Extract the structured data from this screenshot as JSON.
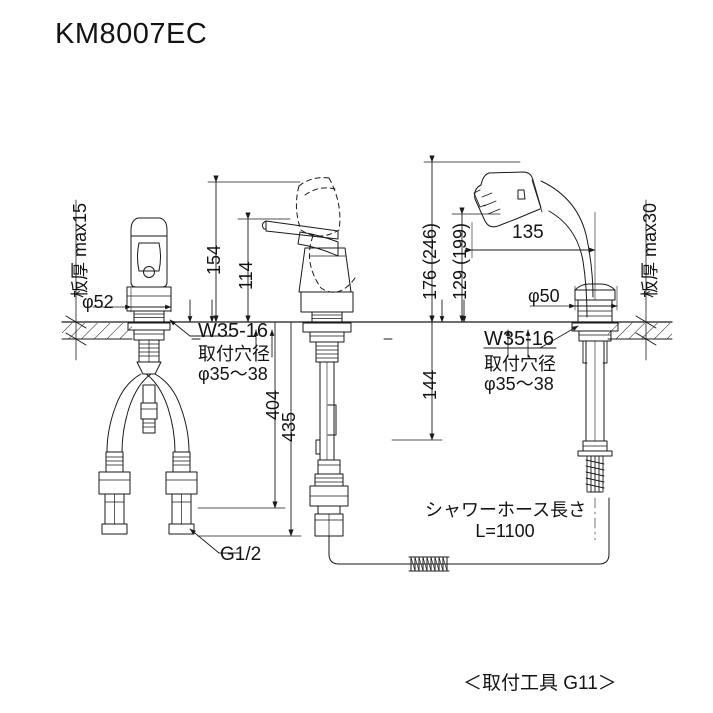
{
  "drawing": {
    "title": "KM8007EC",
    "footnote": "＜取付工具 G11＞",
    "type": "technical-dimension-drawing",
    "subject": "single-lever mixing faucet with pull-out shower spout",
    "units": "mm",
    "line_color": "#1a1a1a",
    "text_color": "#141414",
    "background": "#ffffff"
  },
  "labels": {
    "plate_thickness_left": "板厚 max15",
    "plate_thickness_right": "板厚 max30",
    "diameter_left": "φ52",
    "diameter_right": "φ50",
    "thread_left": "W35-16",
    "hole_left_line1": "取付穴径",
    "hole_left_line2": "φ35〜38",
    "thread_right": "W35-16",
    "hole_right_line1": "取付穴径",
    "hole_right_line2": "φ35〜38",
    "connection_thread": "G1/2",
    "hose_line1": "シャワーホース長さ",
    "hose_line2": "L=1100"
  },
  "dimensions": {
    "height_154": "154",
    "height_114": "114",
    "height_176": "176 (246)",
    "height_129": "129 (199)",
    "reach_135": "135",
    "below_144": "144",
    "below_404": "404",
    "below_435": "435"
  },
  "chart_data": {
    "type": "table",
    "title": "KM8007EC dimensions (mm)",
    "categories": [
      "154",
      "114",
      "176 (246)",
      "129 (199)",
      "135",
      "144",
      "404",
      "435",
      "φ52",
      "φ50",
      "φ35〜38",
      "W35-16",
      "G1/2",
      "L=1100",
      "max15",
      "max30"
    ],
    "values": [
      154,
      114,
      176,
      129,
      135,
      144,
      404,
      435,
      52,
      50,
      38,
      35,
      0.5,
      1100,
      15,
      30
    ]
  }
}
